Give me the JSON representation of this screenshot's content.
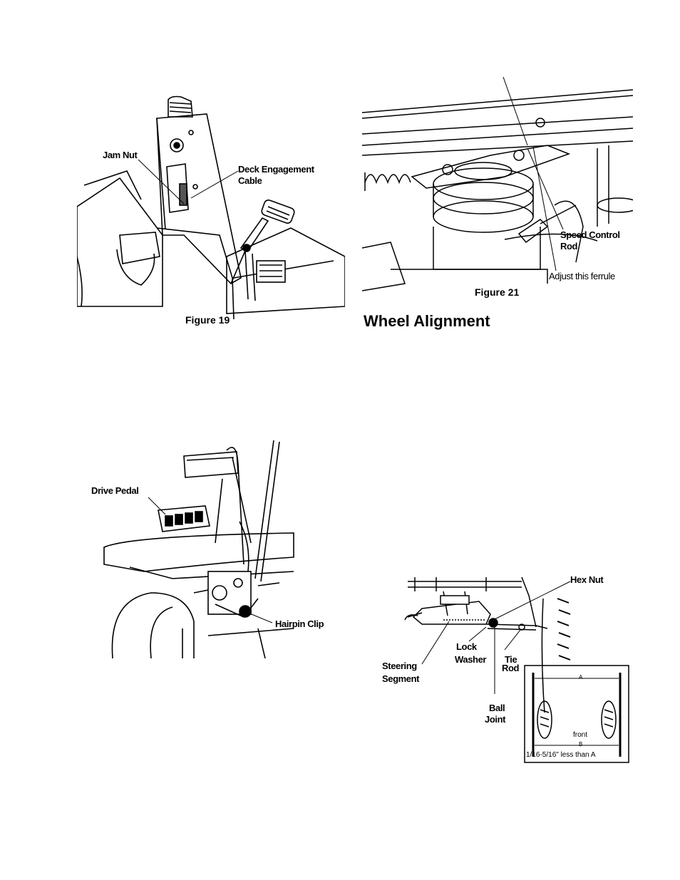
{
  "fig19": {
    "caption": "Figure 19",
    "labels": {
      "jam_nut": "Jam Nut",
      "deck_cable_1": "Deck Engagement",
      "deck_cable_2": "Cable"
    }
  },
  "fig21": {
    "caption": "Figure 21",
    "labels": {
      "speed_rod_1": "Speed Control",
      "speed_rod_2": "Rod",
      "ferrule": "Adjust this ferrule"
    }
  },
  "section": {
    "heading": "Wheel Alignment"
  },
  "fig_drive": {
    "labels": {
      "drive_pedal": "Drive Pedal",
      "hairpin_clip": "Hairpin Clip"
    }
  },
  "fig_steer": {
    "labels": {
      "hex_nut": "Hex Nut",
      "lock_1": "Lock",
      "lock_2": "Washer",
      "tie_1": "Tie",
      "tie_2": "Rod",
      "steer_1": "Steering",
      "steer_2": "Segment",
      "ball_1": "Ball",
      "ball_2": "Joint"
    },
    "inset": {
      "dim_a": "A",
      "dim_b": "B",
      "front": "front",
      "note": "1/16-5/16\" less than A"
    }
  }
}
